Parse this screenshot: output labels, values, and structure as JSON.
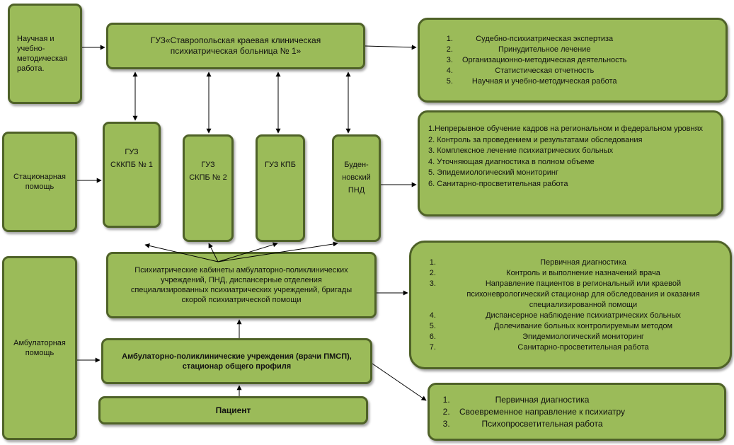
{
  "nodes": {
    "science": "Научная и\nучебно-\nметодическая\nработа.",
    "main_hospital": "ГУЗ«Ставропольская краевая клиническая\nпсихиатрическая больница № 1»",
    "stationary": "Стационарная\nпомощь",
    "sskpb1": "ГУЗ\nСККПБ № 1",
    "skpb2": "ГУЗ\nСКПБ № 2",
    "kpb": "ГУЗ КПБ",
    "budennovsk": "Буден-\nновский\nПНД",
    "ambulatory": "Амбулаторная\nпомощь",
    "psych_offices": "Психиатрические кабинеты амбулаторно-поликлинических\nучреждений, ПНД, диспансерные отделения\nспециализированных психиатрических учреждений, бригады\nскорой психиатрической помощи",
    "polyclinic": "Амбулаторно-поликлинические учреждения (врачи ПМСП),\nстационар общего профиля",
    "patient": "Пациент"
  },
  "lists": {
    "main_functions": [
      "Судебно-психиатрическая экспертиза",
      "Принудительное лечение",
      "Организационно-методическая деятельность",
      "Статистическая отчетность",
      "Научная и учебно-методическая работа"
    ],
    "stationary_functions": [
      "1.Непрерывное обучение кадров на региональном и федеральном уровнях",
      "2. Контроль за проведением и результатами обследования",
      "3. Комплексное лечение психиатрических больных",
      "4. Уточняющая диагностика в полном объеме",
      "5. Эпидемиологический мониторинг",
      "6. Санитарно-просветительная работа"
    ],
    "ambulatory_functions": [
      "Первичная диагностика",
      "Контроль и выполнение назначений врача",
      "Направление пациентов в региональный или краевой психоневрологический стационар для обследования и оказания специализированной помощи",
      "Диспансерное наблюдение психиатрических больных",
      "Долечивание больных контролируемым методом",
      "Эпидемиологический мониторинг",
      "Санитарно-просветительная работа"
    ],
    "pmsp_functions": [
      "Первичная диагностика",
      "Своевременное направление к психиатру",
      "Психопросветительная работа"
    ]
  },
  "colors": {
    "fill": "#9bbb59",
    "border": "#4f6228",
    "line": "#000000"
  }
}
